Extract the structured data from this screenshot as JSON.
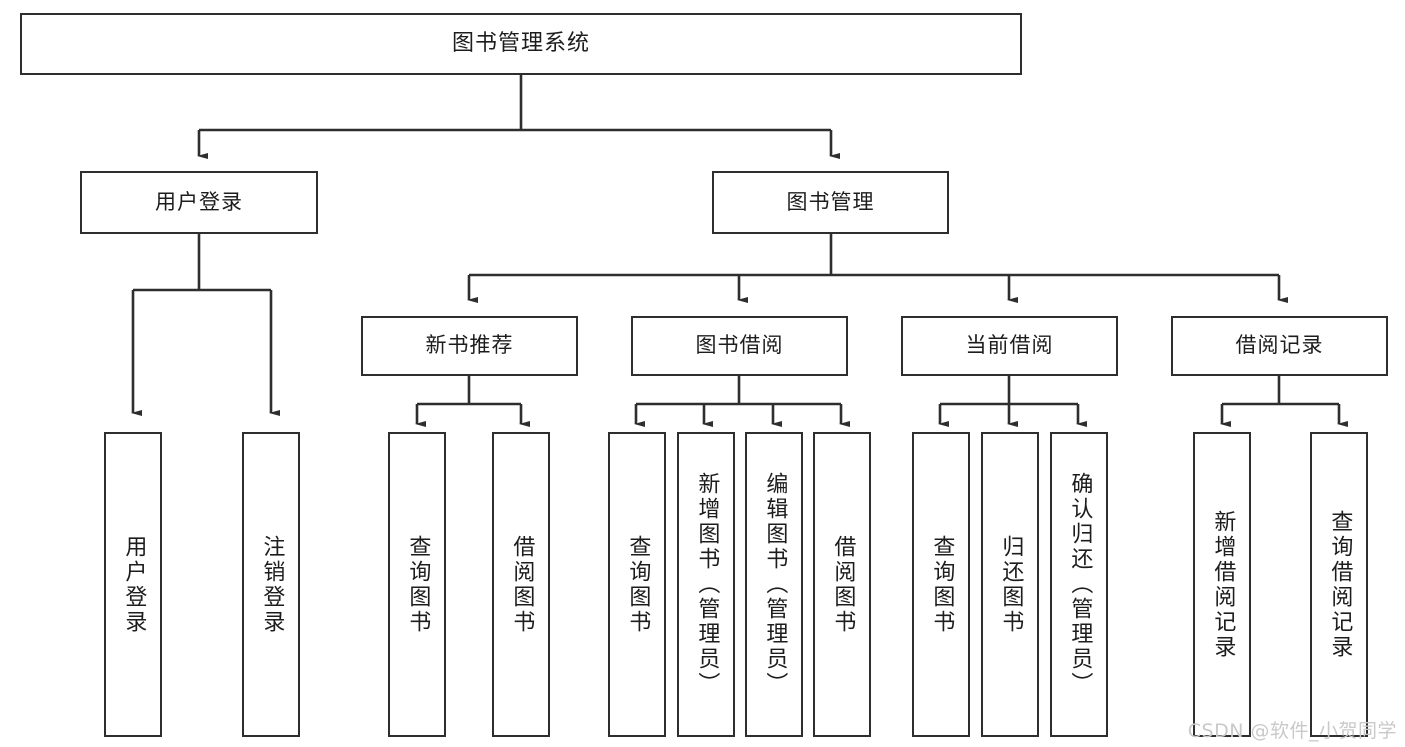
{
  "diagram": {
    "type": "tree",
    "title": "图书管理系统",
    "orientation": "top-down",
    "colors": {
      "box_border": "#2e2e2e",
      "box_fill": "#ffffff",
      "line": "#2e2e2e",
      "text": "#1d1d1d",
      "watermark": "#c9c9c9",
      "background": "#ffffff"
    },
    "root": {
      "label": "图书管理系统"
    },
    "level2": [
      {
        "label": "用户登录"
      },
      {
        "label": "图书管理"
      }
    ],
    "level3": [
      {
        "label": "新书推荐"
      },
      {
        "label": "图书借阅"
      },
      {
        "label": "当前借阅"
      },
      {
        "label": "借阅记录"
      }
    ],
    "leaves": {
      "user_login": [
        {
          "label": "用户登录"
        },
        {
          "label": "注销登录"
        }
      ],
      "new_book_recommend": [
        {
          "label": "查询图书"
        },
        {
          "label": "借阅图书"
        }
      ],
      "book_borrow": [
        {
          "label": "查询图书"
        },
        {
          "label": "新增图书（管理员）"
        },
        {
          "label": "编辑图书（管理员）"
        },
        {
          "label": "借阅图书"
        }
      ],
      "current_borrow": [
        {
          "label": "查询图书"
        },
        {
          "label": "归还图书"
        },
        {
          "label": "确认归还（管理员）"
        }
      ],
      "borrow_record": [
        {
          "label": "新增借阅记录"
        },
        {
          "label": "查询借阅记录"
        }
      ]
    }
  },
  "watermark": {
    "text": "CSDN @软件_小贺同学"
  }
}
